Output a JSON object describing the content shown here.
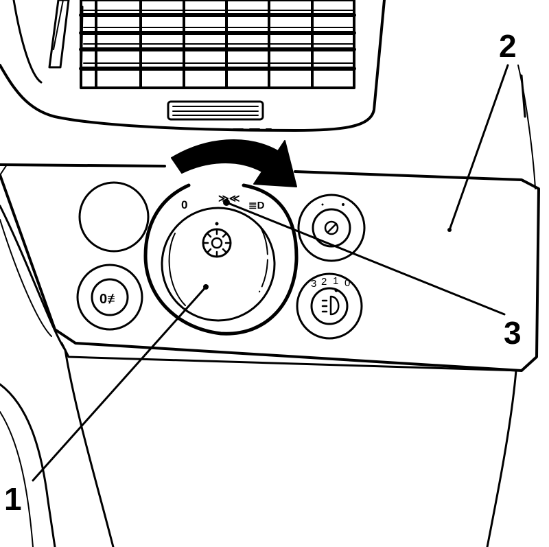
{
  "callouts": {
    "one": "1",
    "two": "2",
    "three": "3"
  },
  "dial": {
    "off_mark": "0",
    "parking_mark": "≫≪",
    "low_beam_mark": "≣D"
  },
  "range_dial": {
    "levels": [
      "3",
      "2",
      "1",
      "0"
    ]
  },
  "fog_button": {
    "symbol": "0≢"
  },
  "colors": {
    "ink": "#000000",
    "paper": "#ffffff"
  }
}
